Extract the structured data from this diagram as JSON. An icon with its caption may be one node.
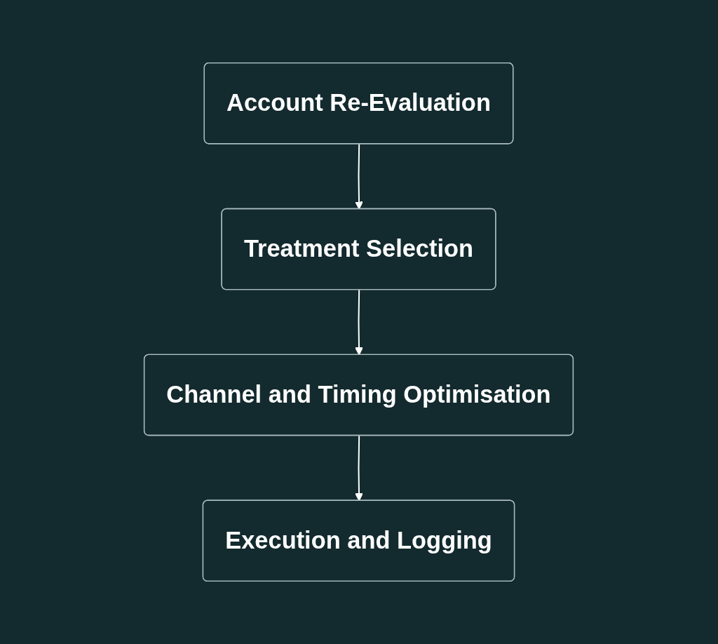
{
  "diagram": {
    "nodes": [
      {
        "text": [
          "Account Re-Evaluation"
        ]
      },
      {
        "text": [
          "Treatment Selection"
        ]
      },
      {
        "text": [
          "Channel and Timing Optimisation"
        ]
      },
      {
        "text": [
          "Execution and Logging"
        ]
      }
    ],
    "edges": [
      {
        "from": 0,
        "to": 1,
        "arrow": "to"
      },
      {
        "from": 1,
        "to": 2,
        "arrow": "to"
      },
      {
        "from": 2,
        "to": 3,
        "arrow": "to"
      }
    ]
  }
}
